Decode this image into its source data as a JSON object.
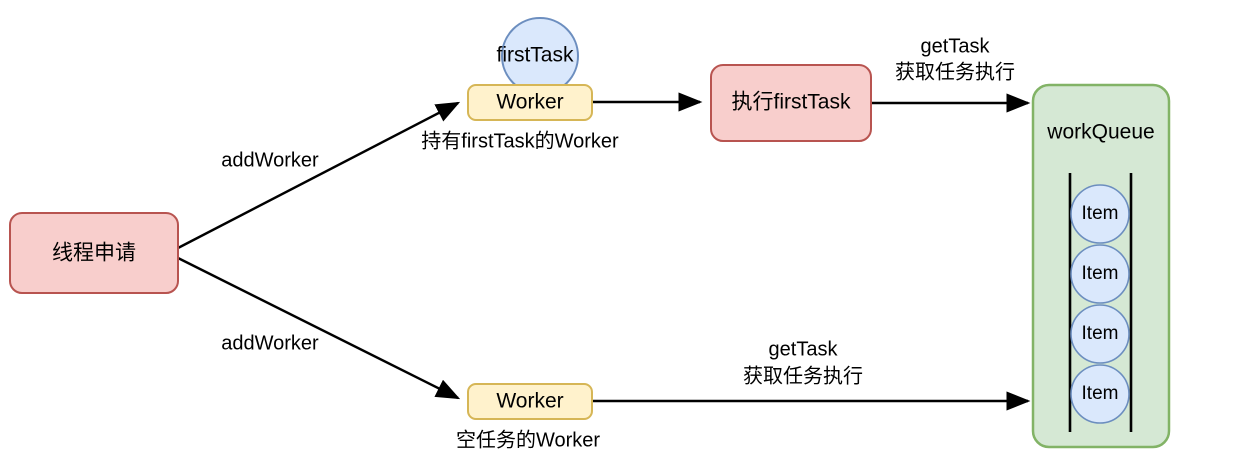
{
  "diagram": {
    "title": "Thread pool worker / workQueue flow diagram",
    "colors": {
      "pink_fill": "#f8cecc",
      "pink_stroke": "#b85450",
      "yellow_fill": "#fff2cc",
      "yellow_stroke": "#d6b656",
      "blue_fill": "#dae8fc",
      "blue_stroke": "#6c8ebf",
      "green_fill": "#d5e8d4",
      "green_stroke": "#82b366",
      "edge_stroke": "#000000",
      "background": "#ffffff"
    },
    "nodes": {
      "thread_request": {
        "label": "线程申请"
      },
      "first_task_circle": {
        "label": "firstTask"
      },
      "worker_top": {
        "label": "Worker"
      },
      "worker_top_caption": {
        "label": "持有firstTask的Worker"
      },
      "exec_first_task": {
        "label": "执行firstTask"
      },
      "worker_bottom": {
        "label": "Worker"
      },
      "worker_bottom_caption": {
        "label": "空任务的Worker"
      },
      "work_queue": {
        "label": "workQueue"
      }
    },
    "queue_items": [
      {
        "label": "Item"
      },
      {
        "label": "Item"
      },
      {
        "label": "Item"
      },
      {
        "label": "Item"
      }
    ],
    "edges": {
      "add_worker_top": {
        "label": "addWorker"
      },
      "add_worker_bottom": {
        "label": "addWorker"
      },
      "get_task_top": {
        "line1": "getTask",
        "line2": "获取任务执行"
      },
      "get_task_bottom": {
        "line1": "getTask",
        "line2": "获取任务执行"
      }
    }
  }
}
